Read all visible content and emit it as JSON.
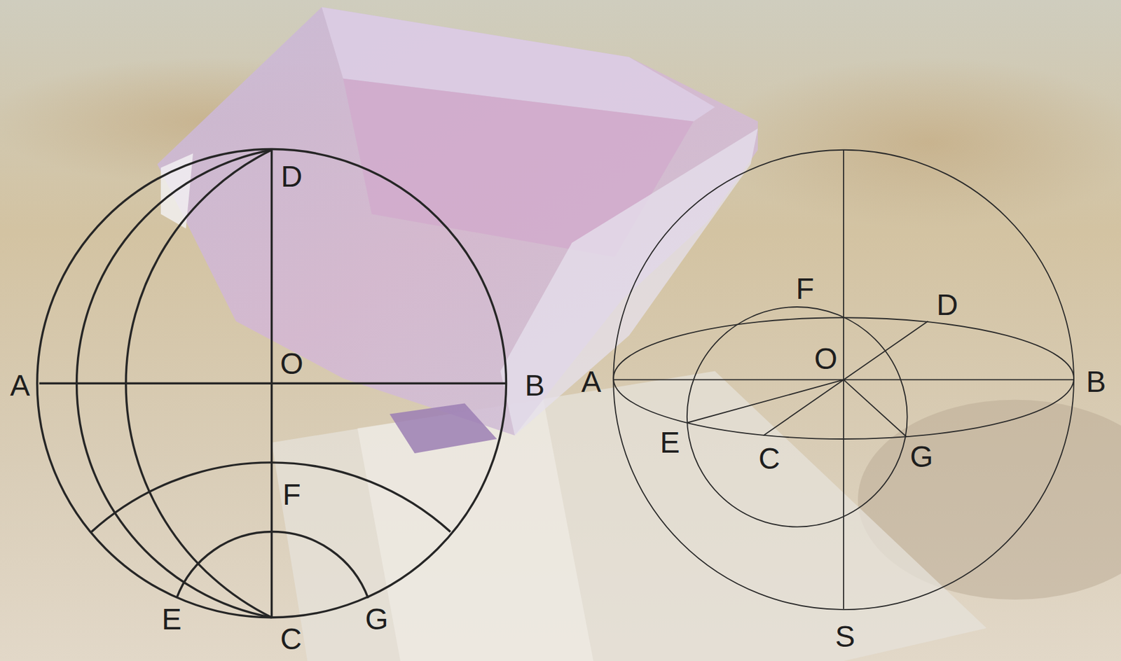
{
  "diagram": {
    "labels": [
      "D",
      "A",
      "O",
      "B",
      "F",
      "E",
      "C",
      "G",
      "F",
      "D",
      "A",
      "O",
      "B",
      "E",
      "C",
      "G",
      "S"
    ]
  }
}
